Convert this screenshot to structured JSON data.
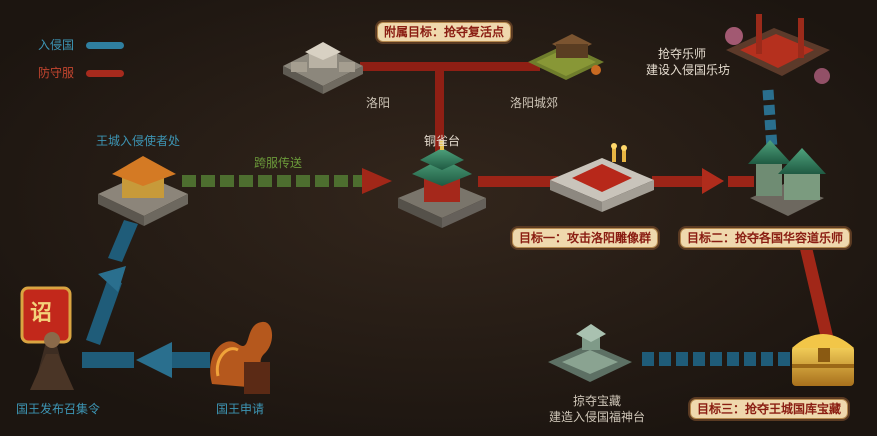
{
  "legend": {
    "invader": {
      "label": "入侵国",
      "color": "#2f7fa0"
    },
    "defender": {
      "label": "防守服",
      "color": "#a72a1d"
    }
  },
  "colors": {
    "invader_path": "#1f5c79",
    "defender_path": "#8f1f14",
    "cross_server_path": "#4d6e2f"
  },
  "badges": {
    "sub_goal": "附属目标：抢夺复活点",
    "goal1": "目标一：攻击洛阳雕像群",
    "goal2": "目标二：抢夺各国华容道乐师",
    "goal3": "目标三：抢夺王城国库宝藏"
  },
  "nodes": {
    "luoyang": "洛阳",
    "luoyang_suburb": "洛阳城郊",
    "tongquetai": "铜雀台",
    "royal_city": "王城入侵使者处",
    "cross_server": "跨服传送",
    "musician_line1": "抢夺乐师",
    "musician_line2": "建设入侵国乐坊",
    "treasure_line1": "掠夺宝藏",
    "treasure_line2": "建造入侵国福神台",
    "king_apply": "国王申请",
    "king_summon": "国王发布召集令",
    "edict_char": "诏"
  }
}
